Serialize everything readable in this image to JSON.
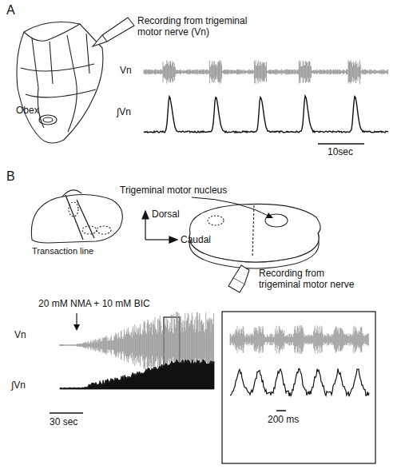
{
  "diagram": {
    "labels": [
      "A",
      "Recording from trigeminal motor nerve (Vn)",
      "Obex",
      "Vn",
      "∫Vn",
      "10sec",
      "B",
      "Trigeminal motor nucleus",
      "Dorsal",
      "Caudal",
      "Transaction line",
      "Recording from trigeminal motor nerve",
      "20 mM NMA + 10 mM BIC",
      "Vn",
      "∫Vn",
      "30 sec",
      "200 ms"
    ]
  }
}
